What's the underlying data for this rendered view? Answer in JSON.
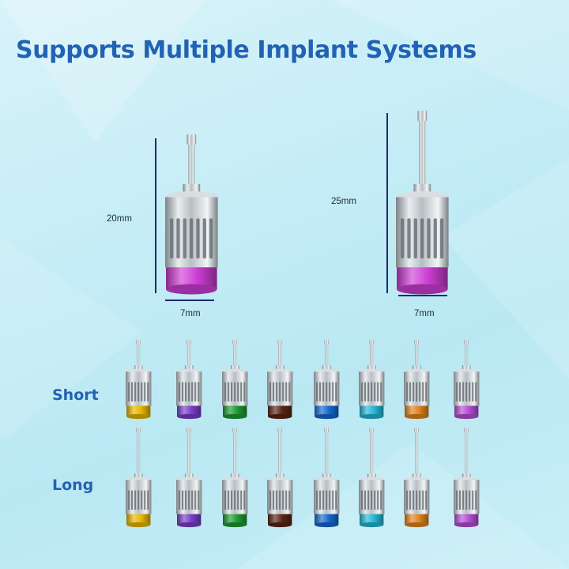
{
  "title": "Supports Multiple Implant Systems",
  "dimensions": {
    "short_height": "20mm",
    "long_height": "25mm",
    "short_width": "7mm",
    "long_width": "7mm"
  },
  "rows": {
    "short_label": "Short",
    "long_label": "Long"
  },
  "ring_colors": [
    "#e9b800",
    "#7a3fc9",
    "#1f9a34",
    "#5a2416",
    "#1668cf",
    "#25b7d5",
    "#e0861f",
    "#b64fd6"
  ],
  "featured_ring_color": "#cf3fd6"
}
